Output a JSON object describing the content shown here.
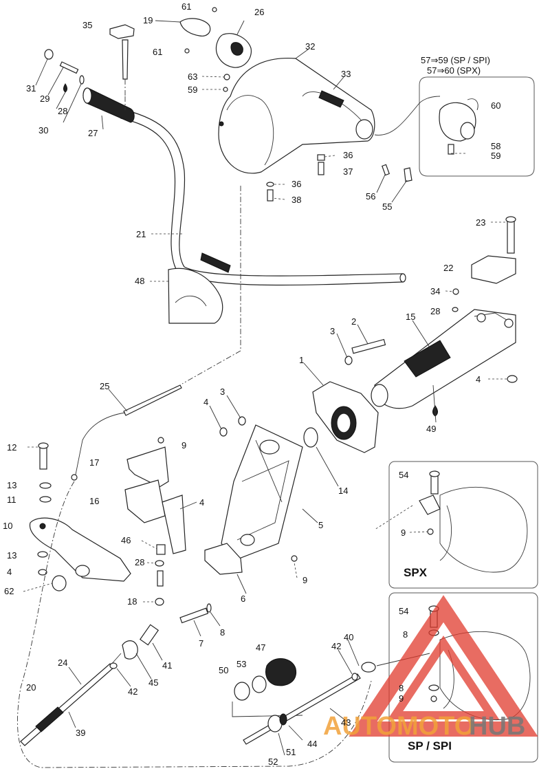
{
  "notes": {
    "line1": "57⇒59 (SP / SPI)",
    "line2": "57⇒60 (SPX)"
  },
  "insets": {
    "spx_title": "SPX",
    "sp_title": "SP / SPI"
  },
  "watermark": {
    "part_a": "AUTOMOTO",
    "part_b": "HUB",
    "color_red": "#e03b2e",
    "color_orange": "#f2a23a",
    "color_gray": "#777777"
  },
  "labels": [
    {
      "id": "61a",
      "text": "61"
    },
    {
      "id": "19",
      "text": "19"
    },
    {
      "id": "26",
      "text": "26"
    },
    {
      "id": "35",
      "text": "35"
    },
    {
      "id": "61b",
      "text": "61"
    },
    {
      "id": "32",
      "text": "32"
    },
    {
      "id": "31",
      "text": "31"
    },
    {
      "id": "29",
      "text": "29"
    },
    {
      "id": "28a",
      "text": "28"
    },
    {
      "id": "30",
      "text": "30"
    },
    {
      "id": "27",
      "text": "27"
    },
    {
      "id": "63",
      "text": "63"
    },
    {
      "id": "59a",
      "text": "59"
    },
    {
      "id": "33",
      "text": "33"
    },
    {
      "id": "60",
      "text": "60"
    },
    {
      "id": "58",
      "text": "58"
    },
    {
      "id": "59b",
      "text": "59"
    },
    {
      "id": "36a",
      "text": "36"
    },
    {
      "id": "37",
      "text": "37"
    },
    {
      "id": "36b",
      "text": "36"
    },
    {
      "id": "38",
      "text": "38"
    },
    {
      "id": "56",
      "text": "56"
    },
    {
      "id": "55",
      "text": "55"
    },
    {
      "id": "21",
      "text": "21"
    },
    {
      "id": "23",
      "text": "23"
    },
    {
      "id": "22",
      "text": "22"
    },
    {
      "id": "48",
      "text": "48"
    },
    {
      "id": "34",
      "text": "34"
    },
    {
      "id": "28b",
      "text": "28"
    },
    {
      "id": "2",
      "text": "2"
    },
    {
      "id": "3a",
      "text": "3"
    },
    {
      "id": "15",
      "text": "15"
    },
    {
      "id": "1",
      "text": "1"
    },
    {
      "id": "4a",
      "text": "4"
    },
    {
      "id": "25",
      "text": "25"
    },
    {
      "id": "3b",
      "text": "3"
    },
    {
      "id": "4b",
      "text": "4"
    },
    {
      "id": "49",
      "text": "49"
    },
    {
      "id": "12",
      "text": "12"
    },
    {
      "id": "9a",
      "text": "9"
    },
    {
      "id": "17",
      "text": "17"
    },
    {
      "id": "14",
      "text": "14"
    },
    {
      "id": "13a",
      "text": "13"
    },
    {
      "id": "11",
      "text": "11"
    },
    {
      "id": "16",
      "text": "16"
    },
    {
      "id": "4c",
      "text": "4"
    },
    {
      "id": "54a",
      "text": "54"
    },
    {
      "id": "10",
      "text": "10"
    },
    {
      "id": "5",
      "text": "5"
    },
    {
      "id": "9b",
      "text": "9"
    },
    {
      "id": "46",
      "text": "46"
    },
    {
      "id": "13b",
      "text": "13"
    },
    {
      "id": "28c",
      "text": "28"
    },
    {
      "id": "4d",
      "text": "4"
    },
    {
      "id": "9c",
      "text": "9"
    },
    {
      "id": "62",
      "text": "62"
    },
    {
      "id": "6",
      "text": "6"
    },
    {
      "id": "18",
      "text": "18"
    },
    {
      "id": "54b",
      "text": "54"
    },
    {
      "id": "8a",
      "text": "8"
    },
    {
      "id": "7",
      "text": "7"
    },
    {
      "id": "8b",
      "text": "8"
    },
    {
      "id": "47",
      "text": "47"
    },
    {
      "id": "40",
      "text": "40"
    },
    {
      "id": "42a",
      "text": "42"
    },
    {
      "id": "41",
      "text": "41"
    },
    {
      "id": "24",
      "text": "24"
    },
    {
      "id": "53",
      "text": "53"
    },
    {
      "id": "50",
      "text": "50"
    },
    {
      "id": "45",
      "text": "45"
    },
    {
      "id": "42b",
      "text": "42"
    },
    {
      "id": "8c",
      "text": "8"
    },
    {
      "id": "9d",
      "text": "9"
    },
    {
      "id": "20",
      "text": "20"
    },
    {
      "id": "43",
      "text": "43"
    },
    {
      "id": "39",
      "text": "39"
    },
    {
      "id": "44",
      "text": "44"
    },
    {
      "id": "51",
      "text": "51"
    },
    {
      "id": "52",
      "text": "52"
    }
  ]
}
